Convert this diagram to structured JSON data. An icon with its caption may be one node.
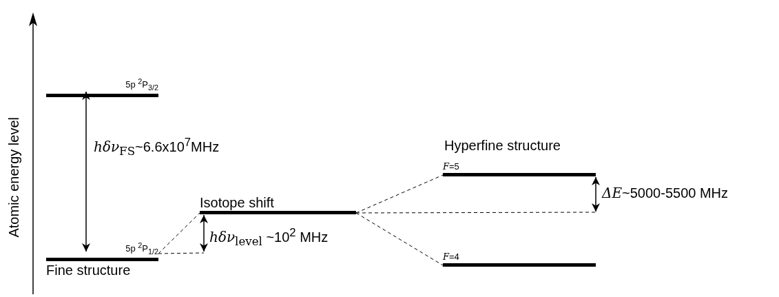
{
  "diagram": {
    "nodes": [
      {
        "text": [
          "5p $^{2}$P$_{3/2}$"
        ]
      },
      {
        "text": [
          "5p $^{2}$P$_{1/2}$"
        ],
        "beside": [
          "Fine structure"
        ]
      },
      {
        "text": [
          "Isotope shift"
        ]
      },
      {
        "text": [
          "*F*=5"
        ]
      },
      {
        "text": [
          "*F*=4"
        ]
      }
    ],
    "edges": [
      {
        "from": 0,
        "to": 1,
        "arrow": "both",
        "label": "*hδν*$_{FS}$~6.6x10$^{7}$MHz"
      },
      {
        "from": 1,
        "to": 2,
        "arrow": "none",
        "style": "dashed"
      },
      {
        "from": 1,
        "to": null,
        "arrow": "none",
        "style": "dashed"
      },
      {
        "from": 2,
        "to": null,
        "arrow": "both",
        "label": "*hδν*$_{level}$ ~10$^{2}$ MHz"
      },
      {
        "from": 2,
        "to": 3,
        "arrow": "none",
        "style": "dashed"
      },
      {
        "from": 2,
        "to": 4,
        "arrow": "none",
        "style": "dashed"
      },
      {
        "from": 2,
        "to": null,
        "arrow": "none",
        "style": "dashed"
      },
      {
        "from": 3,
        "to": null,
        "arrow": "both",
        "label": "*ΔE*~5000-5500 MHz"
      }
    ],
    "labels": [
      "Atomic energy level",
      "Hyperfine structure"
    ]
  }
}
